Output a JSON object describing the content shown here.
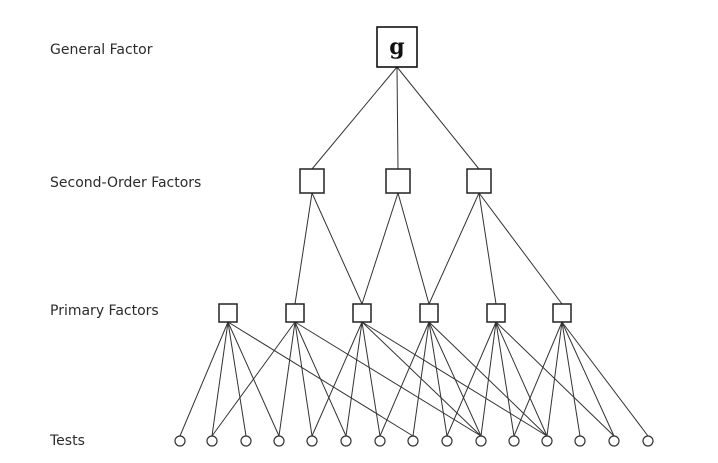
{
  "levels": {
    "general": "General Factor",
    "second_order": "Second-Order Factors",
    "primary": "Primary Factors",
    "tests": "Tests"
  },
  "general_factor": {
    "symbol": "g"
  },
  "counts": {
    "second_order_factors": 3,
    "primary_factors": 6,
    "tests": 15
  },
  "edges": {
    "general_to_second_order": [
      0,
      1,
      2
    ],
    "second_order_to_primary": [
      [
        0,
        1
      ],
      [
        0,
        2
      ],
      [
        1,
        2
      ],
      [
        1,
        3
      ],
      [
        2,
        3
      ],
      [
        2,
        4
      ],
      [
        2,
        5
      ]
    ],
    "primary_to_tests": [
      [
        0,
        0
      ],
      [
        0,
        1
      ],
      [
        0,
        2
      ],
      [
        0,
        3
      ],
      [
        0,
        7
      ],
      [
        1,
        1
      ],
      [
        1,
        3
      ],
      [
        1,
        4
      ],
      [
        1,
        5
      ],
      [
        1,
        9
      ],
      [
        2,
        4
      ],
      [
        2,
        5
      ],
      [
        2,
        6
      ],
      [
        2,
        9
      ],
      [
        2,
        11
      ],
      [
        3,
        6
      ],
      [
        3,
        7
      ],
      [
        3,
        8
      ],
      [
        3,
        9
      ],
      [
        3,
        11
      ],
      [
        4,
        8
      ],
      [
        4,
        9
      ],
      [
        4,
        10
      ],
      [
        4,
        11
      ],
      [
        4,
        13
      ],
      [
        5,
        10
      ],
      [
        5,
        11
      ],
      [
        5,
        12
      ],
      [
        5,
        13
      ],
      [
        5,
        14
      ]
    ]
  },
  "colors": {
    "line": "#333333",
    "text": "#2b2b2b",
    "background": "#ffffff"
  }
}
